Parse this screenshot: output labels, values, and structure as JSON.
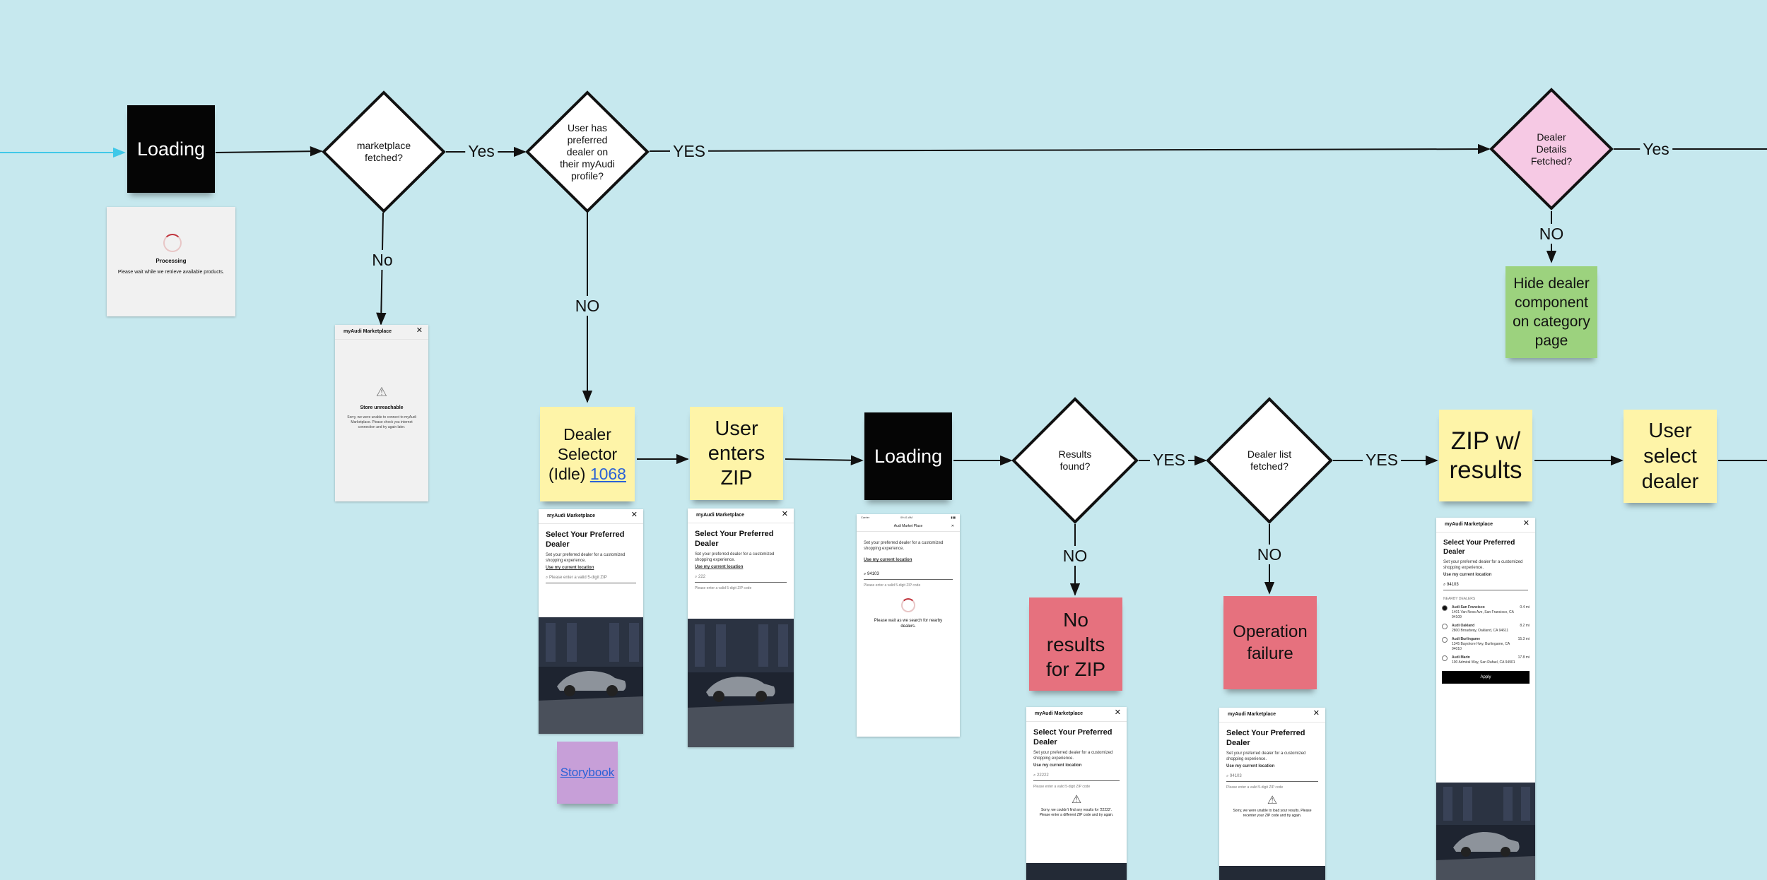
{
  "colors": {
    "background": "#c6e8ee",
    "black": "#050505",
    "yellow": "#fef4a8",
    "red": "#e6717e",
    "green": "#9cd27e",
    "purple": "#c79fd8",
    "pink_diamond": "#f6c9e4"
  },
  "stickies": {
    "loading_1": "Loading",
    "dealer_selector": "Dealer Selector (Idle)",
    "dealer_selector_link": "1068",
    "user_enters_zip": "User enters ZIP",
    "loading_2": "Loading",
    "zip_with_results": "ZIP w/ results",
    "user_select_dealer": "User select dealer",
    "no_results": "No results for ZIP",
    "operation_failure": "Operation failure",
    "hide_dealer": "Hide dealer component on category page",
    "storybook": "Storybook"
  },
  "decisions": {
    "marketplace": "marketplace fetched?",
    "preferred": "User has preferred dealer on their myAudi profile?",
    "details": "Dealer Details Fetched?",
    "results": "Results found?",
    "dealer_list": "Dealer list fetched?"
  },
  "edge_labels": {
    "yes": "Yes",
    "yes_caps": "YES",
    "no": "No",
    "no_caps": "NO"
  },
  "cards": {
    "app_name": "myAudi Marketplace",
    "processing_title": "Processing",
    "processing_text": "Please wait while we retrieve available products.",
    "unreachable_title": "Store unreachable",
    "unreachable_text": "Sorry, we were unable to connect to myAudi Marketplace. Please check you internet connection and try again later.",
    "select_title": "Select Your Preferred Dealer",
    "select_text": "Set your preferred dealer for a customized shopping experience.",
    "use_location": "Use my current location",
    "zip_placeholder": "Please enter a valid 5-digit ZIP",
    "zip_partial": "222",
    "zip_hint": "Please enter a valid 5-digit ZIP code",
    "zip_value": "94103",
    "status_time": "09:41 AM",
    "carrier": "Carrier",
    "search_title": "Audi Market Place",
    "searching_text": "Please wait as we search for nearby dealers.",
    "no_results_zip": "22222",
    "no_results_text": "Sorry, we couldn't find any results for '22222'. Please enter a different ZIP code and try again.",
    "failure_text": "Sorry, we were unable to load your results. Please recenter your ZIP code and try again.",
    "dealers_label": "NEARBY DEALERS",
    "dealers": [
      {
        "name": "Audi San Francisco",
        "address": "1401 Van Ness Ave, San Francisco, CA 94109",
        "distance": "0.4 mi"
      },
      {
        "name": "Audi Oakland",
        "address": "2800 Broadway, Oakland, CA 94611",
        "distance": "8.2 mi"
      },
      {
        "name": "Audi Burlingame",
        "address": "1345 Bayshore Hwy, Burlingame, CA 94010",
        "distance": "15.3 mi"
      },
      {
        "name": "Audi Marin",
        "address": "100 Admiral Way, San Rafael, CA 94901",
        "distance": "17.8 mi"
      }
    ],
    "apply": "Apply"
  }
}
